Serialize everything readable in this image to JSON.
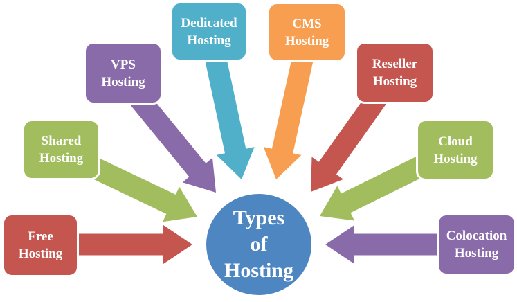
{
  "background_color": "#FFFFFF",
  "text_color": "#FFFFFF",
  "center": {
    "label": "Types of Hosting",
    "lines": [
      "Types",
      "of",
      "Hosting"
    ],
    "color": "#4E86C2"
  },
  "nodes": [
    {
      "id": "free-hosting",
      "label": "Free Hosting",
      "lines": [
        "Free",
        "Hosting"
      ],
      "color": "#C4564F"
    },
    {
      "id": "shared-hosting",
      "label": "Shared Hosting",
      "lines": [
        "Shared",
        "Hosting"
      ],
      "color": "#A2BD5D"
    },
    {
      "id": "vps-hosting",
      "label": "VPS Hosting",
      "lines": [
        "VPS",
        "Hosting"
      ],
      "color": "#8A6BAA"
    },
    {
      "id": "dedicated-hosting",
      "label": "Dedicated Hosting",
      "lines": [
        "Dedicated",
        "Hosting"
      ],
      "color": "#50B0CA"
    },
    {
      "id": "cms-hosting",
      "label": "CMS Hosting",
      "lines": [
        "CMS",
        "Hosting"
      ],
      "color": "#F79E51"
    },
    {
      "id": "reseller-hosting",
      "label": "Reseller Hosting",
      "lines": [
        "Reseller",
        "Hosting"
      ],
      "color": "#C4564F"
    },
    {
      "id": "cloud-hosting",
      "label": "Cloud Hosting",
      "lines": [
        "Cloud",
        "Hosting"
      ],
      "color": "#A2BD5D"
    },
    {
      "id": "colocation-hosting",
      "label": "Colocation Hosting",
      "lines": [
        "Colocation",
        "Hosting"
      ],
      "color": "#8A6BAA"
    }
  ]
}
